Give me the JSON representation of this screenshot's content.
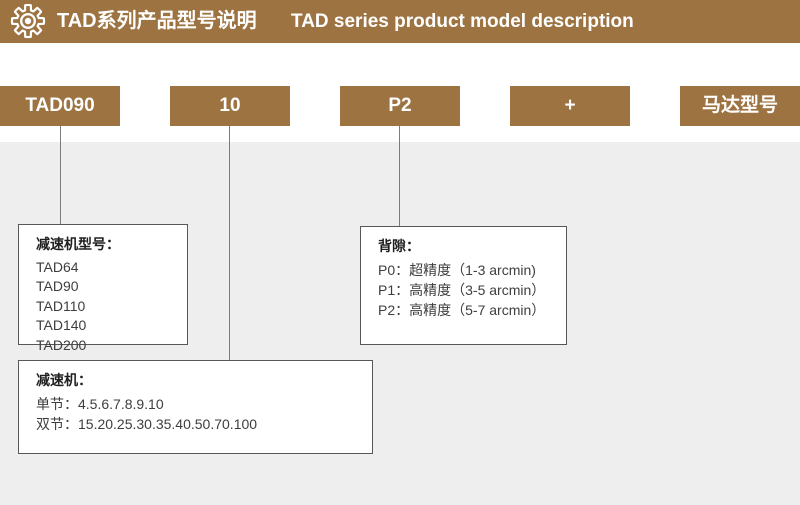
{
  "colors": {
    "brand_brown": "#9d7342",
    "panel_gray": "#eeeeee",
    "connector_gray": "#7c7c7c",
    "callout_border": "#575757",
    "title_text": "#ffffff",
    "body_text": "#3e3e3e"
  },
  "header": {
    "icon": "gear-icon",
    "title_zh": "TAD系列产品型号说明",
    "title_en": "TAD series product model description"
  },
  "model_code": {
    "segments": [
      {
        "label": "TAD090"
      },
      {
        "label": "10"
      },
      {
        "label": "P2"
      },
      {
        "label": "+"
      },
      {
        "label": "马达型号"
      }
    ]
  },
  "callouts": [
    {
      "id": "reducer-model",
      "title": "减速机型号：",
      "lines": [
        "TAD64",
        "TAD90",
        "TAD110",
        "TAD140",
        "TAD200"
      ]
    },
    {
      "id": "backlash",
      "title": "背隙：",
      "lines": [
        "P0：超精度（1-3 arcmin)",
        "P1：高精度（3-5 arcmin）",
        "P2：高精度（5-7 arcmin）"
      ]
    },
    {
      "id": "reducer",
      "title": "减速机：",
      "lines": [
        "单节：4.5.6.7.8.9.10",
        "双节：15.20.25.30.35.40.50.70.100"
      ]
    }
  ]
}
